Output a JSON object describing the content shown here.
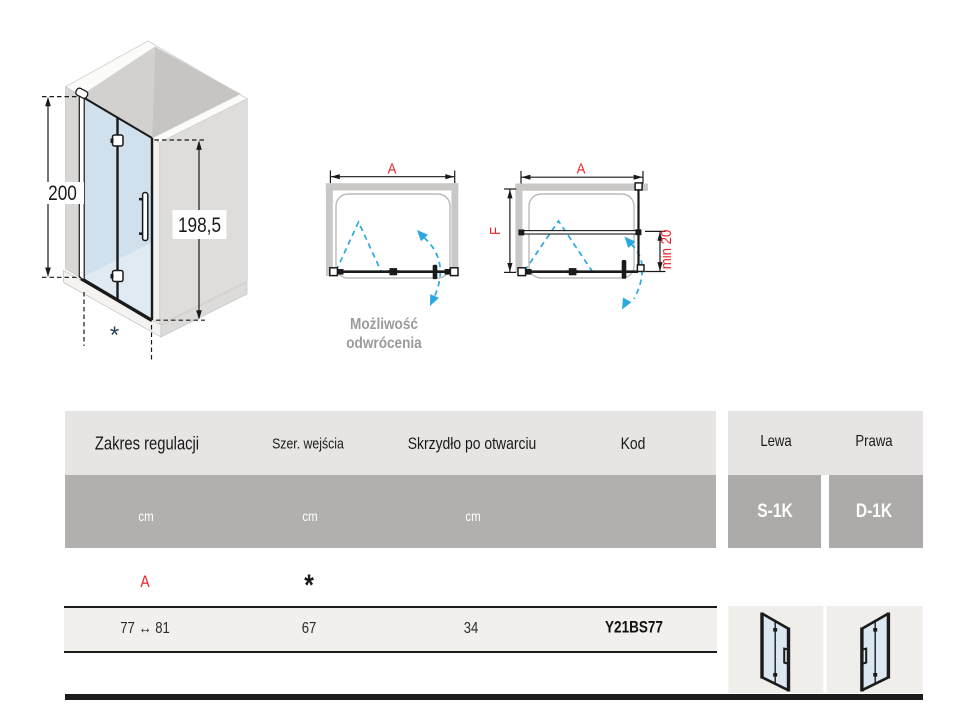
{
  "drawing_3d": {
    "dim_left": "200",
    "dim_right": "198,5",
    "footnote_mark": "*"
  },
  "plan_left": {
    "width_label": "A",
    "caption_line1": "Możliwość",
    "caption_line2": "odwrócenia"
  },
  "plan_right": {
    "width_label": "A",
    "depth_label": "F",
    "min_distance_label": "min 20"
  },
  "table": {
    "headers": {
      "col1": "Zakres regulacji",
      "col2": "Szer. wejścia",
      "col3": "Skrzydło po otwarciu",
      "col4": "Kod"
    },
    "units": {
      "col1": "cm",
      "col2": "cm",
      "col3": "cm"
    },
    "note_row": {
      "col1": "A",
      "col2": "*"
    },
    "data_row": {
      "col1": "77 ↔ 81",
      "col2": "67",
      "col3": "34",
      "col4": "Y21BS77"
    }
  },
  "side_table": {
    "header_left": "Lewa",
    "header_right": "Prawa",
    "code_left": "S-1K",
    "code_right": "D-1K"
  },
  "colors": {
    "accent_red": "#e8232b",
    "arrow_blue": "#2aa9e0",
    "band_light": "#e6e5e3",
    "band_gray": "#b1b0ae",
    "row_bg": "#f1f0ed",
    "caption_gray": "#9b9b9b"
  }
}
